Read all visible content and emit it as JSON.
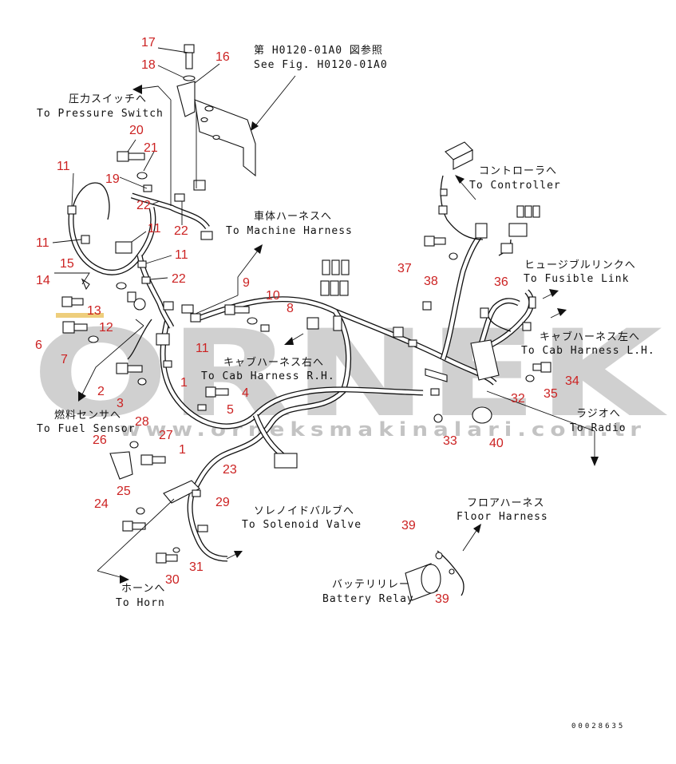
{
  "refs": {
    "fig_ref_jp": "第 H0120-01A0 図参照",
    "fig_ref_en": "See Fig. H0120-01A0",
    "pressure_switch_jp": "圧力スイッチへ",
    "pressure_switch_en": "To Pressure Switch",
    "machine_harness_jp": "車体ハーネスへ",
    "machine_harness_en": "To Machine Harness",
    "controller_jp": "コントローラへ",
    "controller_en": "To Controller",
    "fusible_link_jp": "ヒュージブルリンクへ",
    "fusible_link_en": "To Fusible Link",
    "cab_lh_jp": "キャブハーネス左へ",
    "cab_lh_en": "To Cab Harness L.H.",
    "cab_rh_jp": "キャブハーネス右へ",
    "cab_rh_en": "To Cab Harness R.H.",
    "radio_jp": "ラジオへ",
    "radio_en": "To Radio",
    "fuel_sensor_jp": "燃料センサへ",
    "fuel_sensor_en": "To Fuel Sensor",
    "solenoid_jp": "ソレノイドバルブへ",
    "solenoid_en": "To Solenoid Valve",
    "horn_jp": "ホーンへ",
    "horn_en": "To Horn",
    "floor_harness_jp": "フロアハーネス",
    "floor_harness_en": "Floor Harness",
    "battery_relay_jp": "バッテリリレー",
    "battery_relay_en": "Battery Relay"
  },
  "callouts": {
    "n17": "17",
    "n18": "18",
    "n16": "16",
    "n20": "20",
    "n21": "21",
    "n19": "19",
    "n22a": "22",
    "n22b": "22",
    "n22c": "22",
    "n11a": "11",
    "n11b": "11",
    "n11c": "11",
    "n11d": "11",
    "n11e": "11",
    "n15": "15",
    "n14": "14",
    "n13": "13",
    "n12": "12",
    "n6": "6",
    "n7": "7",
    "n2": "2",
    "n3": "3",
    "n1a": "1",
    "n1b": "1",
    "n4": "4",
    "n5": "5",
    "n9": "9",
    "n10": "10",
    "n8": "8",
    "n37": "37",
    "n38": "38",
    "n36": "36",
    "n34": "34",
    "n35": "35",
    "n32": "32",
    "n33": "33",
    "n40": "40",
    "n28": "28",
    "n26": "26",
    "n27": "27",
    "n25": "25",
    "n24": "24",
    "n23": "23",
    "n29": "29",
    "n30": "30",
    "n31": "31",
    "n39a": "39",
    "n39b": "39"
  },
  "watermark": {
    "brand": "ORNEK",
    "site": "www.orneksmakinalari.com.tr"
  },
  "drawing_code": "00028635"
}
